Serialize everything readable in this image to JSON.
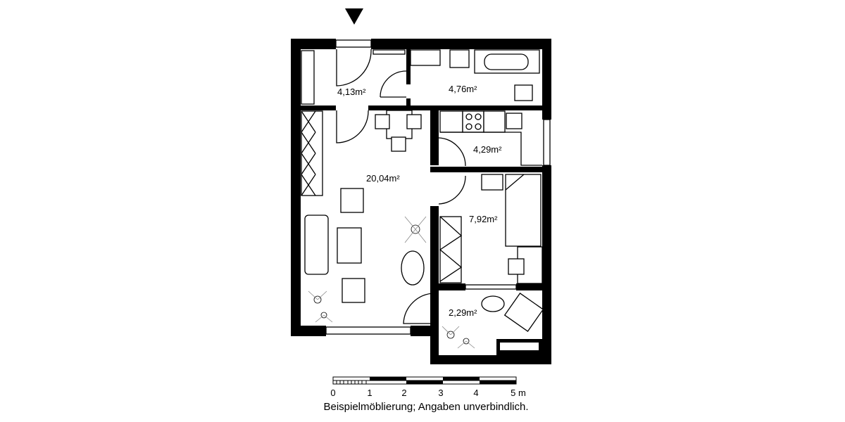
{
  "floorplan": {
    "rooms": [
      {
        "name": "hall",
        "area": "4,13m²"
      },
      {
        "name": "bathroom",
        "area": "4,76m²"
      },
      {
        "name": "living-room",
        "area": "20,04m²"
      },
      {
        "name": "kitchen",
        "area": "4,29m²"
      },
      {
        "name": "bedroom",
        "area": "7,92m²"
      },
      {
        "name": "balcony",
        "area": "2,29m²"
      }
    ],
    "entrance_icon": "down-triangle-entrance-marker"
  },
  "scale": {
    "ticks": [
      "0",
      "1",
      "2",
      "3",
      "4",
      "5 m"
    ]
  },
  "caption": "Beispielmöblierung; Angaben unverbindlich."
}
